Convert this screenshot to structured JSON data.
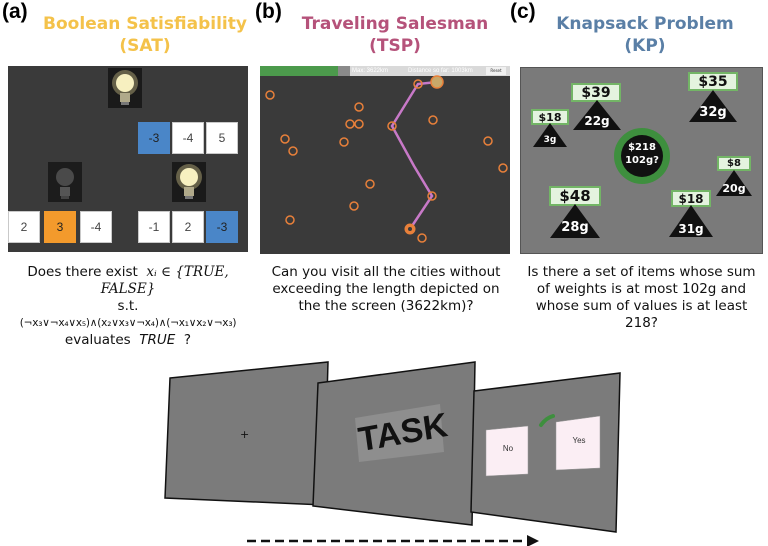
{
  "panels": {
    "a": {
      "label": "(a)",
      "title": "Boolean Satisfiability",
      "abbrev": "(SAT)",
      "title_color": "#f4c24a",
      "tiles": {
        "clause1": [
          "-3",
          "-4",
          "5"
        ],
        "clause2": [
          "2",
          "3",
          "-4"
        ],
        "clause3": [
          "-1",
          "2",
          "-3"
        ]
      },
      "question": {
        "line1": "Does there exist",
        "domain": "xᵢ ∈ {TRUE, FALSE}",
        "line2": "s.t.",
        "formula": "(¬x₃∨¬x₄∨x₅)∧(x₂∨x₃∨¬x₄)∧(¬x₁∨x₂∨¬x₃)",
        "line4": "evaluates",
        "truth": "TRUE",
        "qmark": "?"
      }
    },
    "b": {
      "label": "(b)",
      "title": "Traveling Salesman",
      "abbrev": "(TSP)",
      "title_color": "#b5527a",
      "header": {
        "max": "Max: 3622km",
        "distance": "Distance so far: 1003km",
        "reset": "Reset"
      },
      "question": [
        "Can you visit all the cities without",
        "exceeding the length depicted on",
        "the the screen (3622km)?"
      ],
      "route_color": "#c879c8",
      "city_color": "#e8803a"
    },
    "c": {
      "label": "(c)",
      "title": "Knapsack Problem",
      "abbrev": "(KP)",
      "title_color": "#5a7fa6",
      "center": {
        "value": "$218",
        "weight": "102g?"
      },
      "items": [
        {
          "value": "$39",
          "weight": "22g"
        },
        {
          "value": "$35",
          "weight": "32g"
        },
        {
          "value": "$18",
          "weight": "3g"
        },
        {
          "value": "$8",
          "weight": "20g"
        },
        {
          "value": "$48",
          "weight": "28g"
        },
        {
          "value": "$18",
          "weight": "31g"
        }
      ],
      "question": [
        "Is there a set of items whose sum",
        "of weights is at most 102g and",
        "whose sum of values is at least",
        "218?"
      ]
    }
  },
  "sequence": {
    "fixation": "+",
    "task_word": "TASK",
    "no_label": "No",
    "yes_label": "Yes",
    "accent_color": "#3e8f3e"
  }
}
